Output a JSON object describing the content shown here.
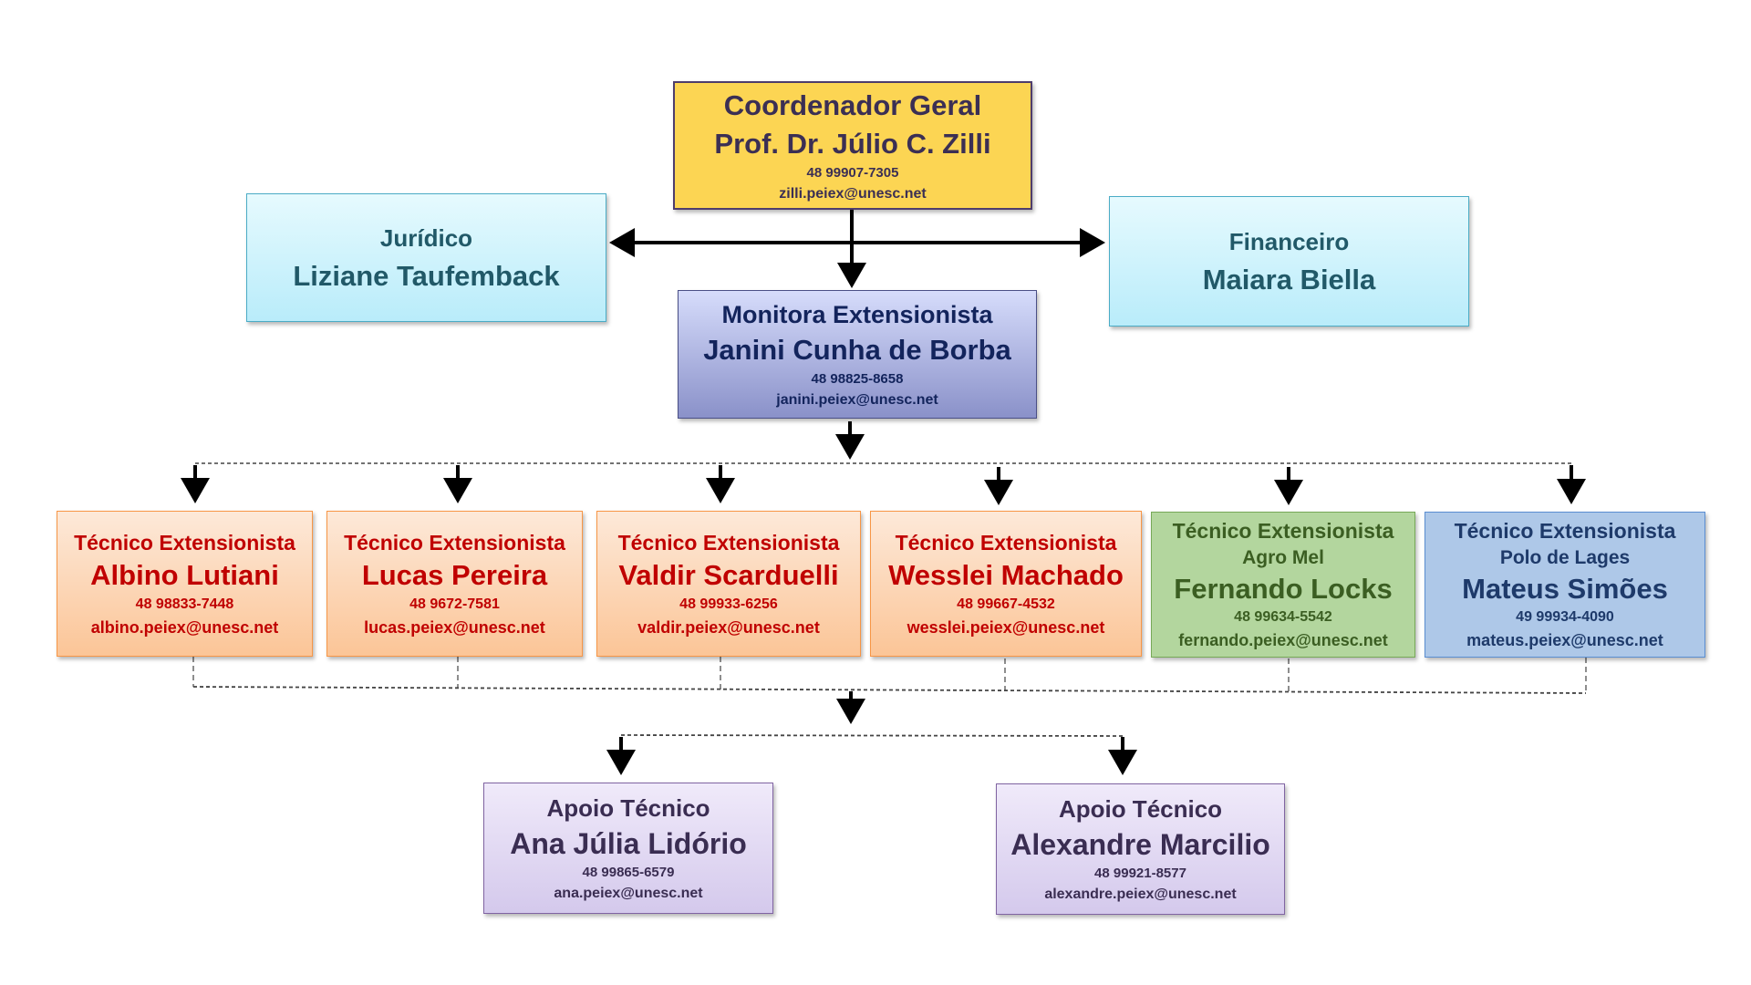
{
  "chart_title": "Organograma",
  "coordenador": {
    "role": "Coordenador Geral",
    "name": "Prof. Dr. Júlio C. Zilli",
    "phone": "48 99907-7305",
    "email": "zilli.peiex@unesc.net"
  },
  "juridico": {
    "role": "Jurídico",
    "name": "Liziane Taufemback"
  },
  "financeiro": {
    "role": "Financeiro",
    "name": "Maiara Biella"
  },
  "monitora": {
    "role": "Monitora Extensionista",
    "name": "Janini Cunha de Borba",
    "phone": "48 98825-8658",
    "email": "janini.peiex@unesc.net"
  },
  "tecnicos": [
    {
      "role": "Técnico Extensionista",
      "name": "Albino Lutiani",
      "phone": "48 98833-7448",
      "email": "albino.peiex@unesc.net"
    },
    {
      "role": "Técnico Extensionista",
      "name": "Lucas Pereira",
      "phone": "48 9672-7581",
      "email": "lucas.peiex@unesc.net"
    },
    {
      "role": "Técnico Extensionista",
      "name": "Valdir Scarduelli",
      "phone": "48 99933-6256",
      "email": "valdir.peiex@unesc.net"
    },
    {
      "role": "Técnico Extensionista",
      "name": "Wesslei Machado",
      "phone": "48 99667-4532",
      "email": "wesslei.peiex@unesc.net"
    },
    {
      "role": "Técnico Extensionista",
      "unit": "Agro Mel",
      "name": "Fernando Locks",
      "phone": "48 99634-5542",
      "email": "fernando.peiex@unesc.net"
    },
    {
      "role": "Técnico Extensionista",
      "unit": "Polo de Lages",
      "name": "Mateus Simões",
      "phone": "49 99934-4090",
      "email": "mateus.peiex@unesc.net"
    }
  ],
  "apoio": [
    {
      "role": "Apoio Técnico",
      "name": "Ana Júlia Lidório",
      "phone": "48 99865-6579",
      "email": "ana.peiex@unesc.net"
    },
    {
      "role": "Apoio Técnico",
      "name": "Alexandre Marcilio",
      "phone": "48 99921-8577",
      "email": "alexandre.peiex@unesc.net"
    }
  ],
  "colors": {
    "coordenador_fill": "#fcd553",
    "side_fill": "#c8f1fb",
    "monitora_fill": "#aab2e4",
    "tecnico_orange": "#fcd5b4",
    "tecnico_green": "#b3d69e",
    "tecnico_blue": "#aec8e8",
    "apoio_fill": "#e2dbf3"
  }
}
